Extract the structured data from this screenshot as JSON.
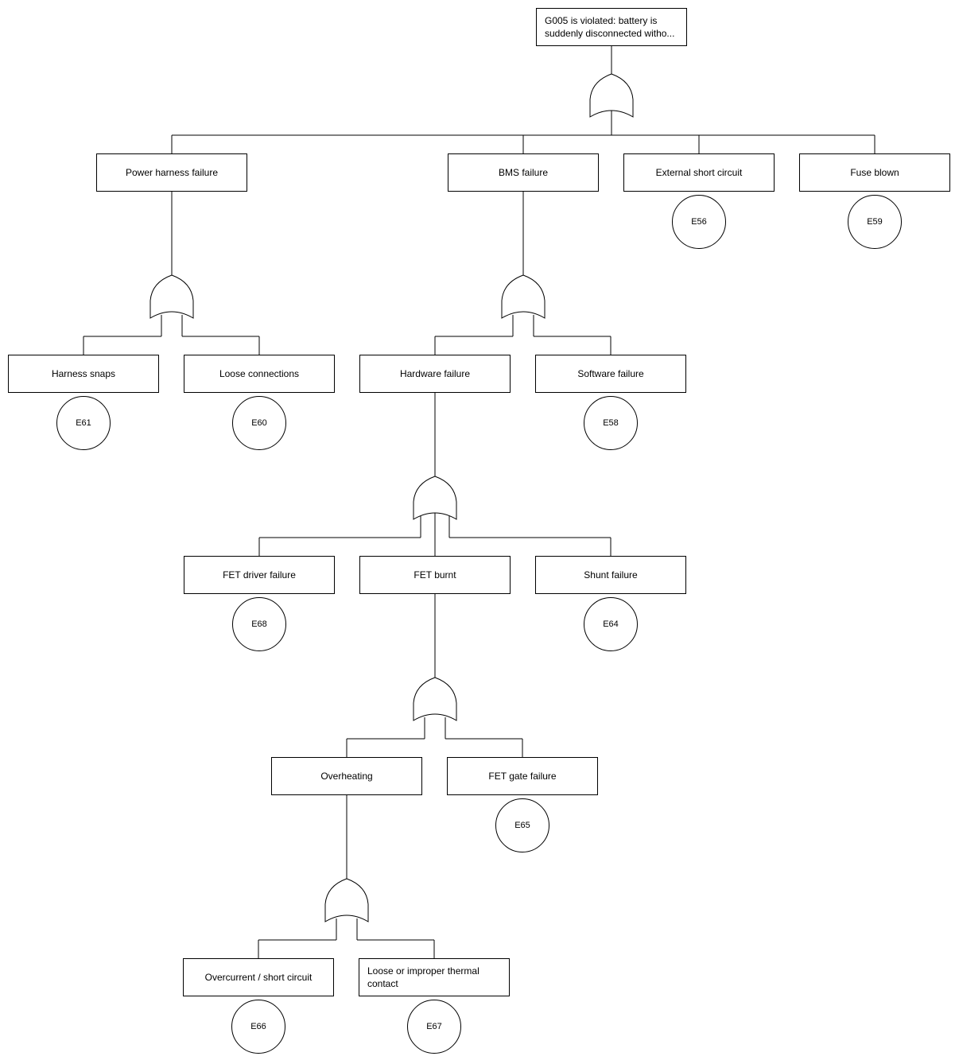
{
  "diagram": {
    "type": "fault-tree",
    "line_color": "#000000",
    "background": "#ffffff",
    "root": {
      "id": "top",
      "label": "G005 is violated: battery is suddenly disconnected witho...",
      "gate": "OR",
      "children": [
        {
          "id": "power",
          "label": "Power harness failure",
          "gate": "OR",
          "children": [
            {
              "id": "snaps",
              "label": "Harness snaps",
              "event": "E61"
            },
            {
              "id": "loosec",
              "label": "Loose connections",
              "event": "E60"
            }
          ]
        },
        {
          "id": "bms",
          "label": "BMS failure",
          "gate": "OR",
          "children": [
            {
              "id": "hw",
              "label": "Hardware failure",
              "gate": "OR",
              "children": [
                {
                  "id": "fetdrv",
                  "label": "FET driver failure",
                  "event": "E68"
                },
                {
                  "id": "fetburnt",
                  "label": "FET burnt",
                  "gate": "OR",
                  "children": [
                    {
                      "id": "overheat",
                      "label": "Overheating",
                      "gate": "OR",
                      "children": [
                        {
                          "id": "overcur",
                          "label": "Overcurrent / short circuit",
                          "event": "E66"
                        },
                        {
                          "id": "thermal",
                          "label": "Loose or improper thermal contact",
                          "event": "E67"
                        }
                      ]
                    },
                    {
                      "id": "fetgate",
                      "label": "FET gate failure",
                      "event": "E65"
                    }
                  ]
                },
                {
                  "id": "shunt",
                  "label": "Shunt failure",
                  "event": "E64"
                }
              ]
            },
            {
              "id": "sw",
              "label": "Software failure",
              "event": "E58"
            }
          ]
        },
        {
          "id": "ext",
          "label": "External short circuit",
          "event": "E56"
        },
        {
          "id": "fuse",
          "label": "Fuse blown",
          "event": "E59"
        }
      ]
    }
  }
}
